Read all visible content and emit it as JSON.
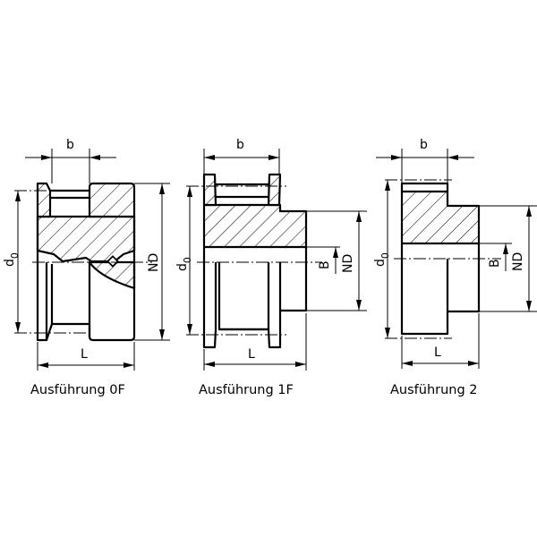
{
  "views": [
    {
      "caption": "Ausführung  0F",
      "labels": {
        "b": "b",
        "d0": "d",
        "d0_sub": "0",
        "ND": "ND",
        "L": "L"
      }
    },
    {
      "caption": "Ausführung  1F",
      "labels": {
        "b": "b",
        "d0": "d",
        "d0_sub": "0",
        "ND": "ND",
        "B": "B",
        "L": "L"
      }
    },
    {
      "caption": "Ausführung 2",
      "labels": {
        "b": "b",
        "d0": "d",
        "d0_sub": "0",
        "ND": "ND",
        "B": "B",
        "L": "L"
      }
    }
  ]
}
